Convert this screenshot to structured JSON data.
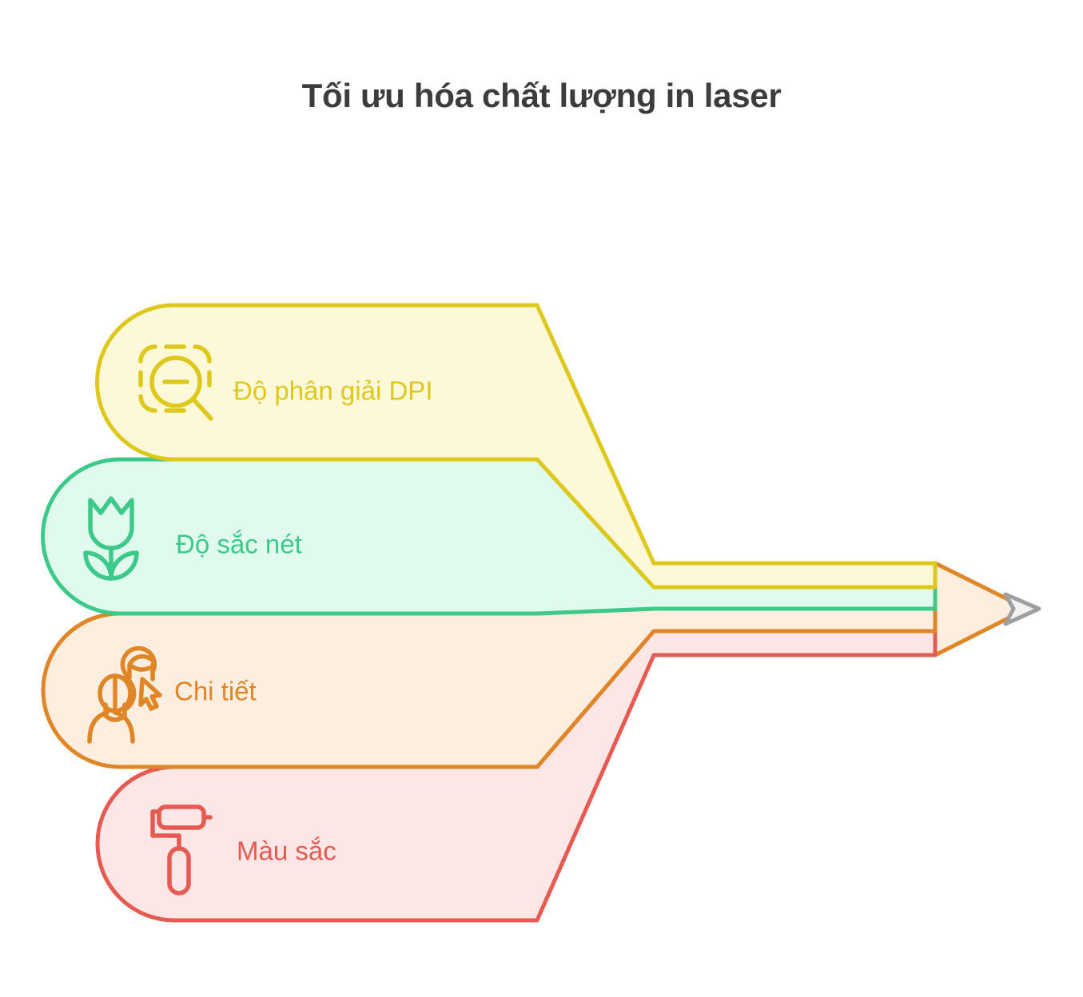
{
  "header": {
    "title": "Tối ưu hóa chất lượng in laser"
  },
  "diagram": {
    "type": "pencil-infographic",
    "orientation": "horizontal-right-pointing",
    "title_color": "#3c3c3c",
    "pencil": {
      "body_fill": "#fdeedf",
      "body_stroke": "#e08626",
      "tip_fill": "#f2f2f2",
      "tip_stroke": "#9e9e9e",
      "tip_name": "graphite-tip"
    },
    "bars": [
      {
        "id": "dpi",
        "label": "Độ phân giải DPI",
        "icon": "zoom-out-selection-icon",
        "fill": "#fdf8d7",
        "stroke": "#dfc81c",
        "text_color": "#dfc81c"
      },
      {
        "id": "sharpness",
        "label": "Độ sắc nét",
        "icon": "tulip-flower-icon",
        "fill": "#e0fbee",
        "stroke": "#3cc98a",
        "text_color": "#3cc98a"
      },
      {
        "id": "detail",
        "label": "Chi tiết",
        "icon": "people-cursor-icon",
        "fill": "#fdeedf",
        "stroke": "#e08626",
        "text_color": "#e08626"
      },
      {
        "id": "color",
        "label": "Màu sắc",
        "icon": "paint-roller-icon",
        "fill": "#fce7e6",
        "stroke": "#e65a52",
        "text_color": "#e65a52"
      }
    ]
  }
}
